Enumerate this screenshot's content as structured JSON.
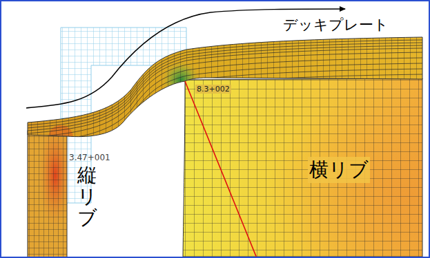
{
  "diagram": {
    "labels": [
      "デッキプレート",
      "8.3+002",
      "3.47+001",
      "縦リブ",
      "横リブ"
    ]
  }
}
